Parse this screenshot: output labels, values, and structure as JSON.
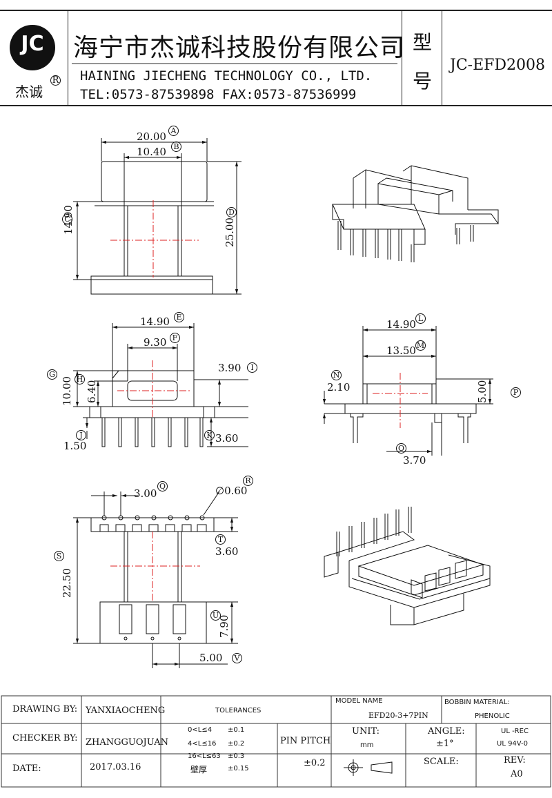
{
  "header": {
    "logo_text": "JC",
    "logo_cn": "杰诚",
    "logo_mark": "R",
    "company_cn": "海宁市杰诚科技股份有限公司",
    "company_en": "HAINING JIECHENG TECHNOLOGY CO., LTD.",
    "contact": "TEL:0573-87539898  FAX:0573-87536999",
    "type_label_1": "型",
    "type_label_2": "号",
    "model_no": "JC-EFD2008"
  },
  "dims": {
    "A": {
      "value": "20.00",
      "tag": "A"
    },
    "B": {
      "value": "10.40",
      "tag": "B"
    },
    "C": {
      "value": "14.90",
      "tag": "C"
    },
    "D": {
      "value": "25.00",
      "tag": "D"
    },
    "E": {
      "value": "14.90",
      "tag": "E"
    },
    "F": {
      "value": "9.30",
      "tag": "F"
    },
    "G": {
      "value": "10.00",
      "tag": "G"
    },
    "H": {
      "value": "6.40",
      "tag": "H"
    },
    "I": {
      "value": "3.90",
      "tag": "I"
    },
    "J": {
      "value": "1.50",
      "tag": "J"
    },
    "K": {
      "value": "3.60",
      "tag": "K"
    },
    "L": {
      "value": "14.90",
      "tag": "L"
    },
    "M": {
      "value": "13.50",
      "tag": "M"
    },
    "N": {
      "value": "2.10",
      "tag": "N"
    },
    "O": {
      "value": "3.70",
      "tag": "O"
    },
    "P": {
      "value": "5.00",
      "tag": "P"
    },
    "Q": {
      "value": "3.00",
      "tag": "Q"
    },
    "R": {
      "value": "∅0.60",
      "tag": "R"
    },
    "S": {
      "value": "22.50",
      "tag": "S"
    },
    "T": {
      "value": "3.60",
      "tag": "T"
    },
    "U": {
      "value": "7.90",
      "tag": "U"
    },
    "V": {
      "value": "5.00",
      "tag": "V"
    }
  },
  "titleblock": {
    "drawing_by_label": "DRAWING  BY:",
    "drawing_by": "YANXIAOCHENG",
    "checker_by_label": "CHECKER  BY:",
    "checker_by": "ZHANGGUOJUAN",
    "date_label": "DATE:",
    "date": "2017.03.16",
    "tolerances_label": "TOLERANCES",
    "tol_rows": [
      {
        "range": "0<L≤4",
        "tol": "±0.1"
      },
      {
        "range": "4<L≤16",
        "tol": "±0.2"
      },
      {
        "range": "16<L≤63",
        "tol": "±0.3"
      },
      {
        "range": "壁厚",
        "tol": "±0.15"
      }
    ],
    "pin_pitch_label": "PIN PITCH",
    "pin_pitch": "±0.2",
    "model_name_label": "MODEL NAME",
    "model_name": "EFD20-3+7PIN",
    "bobbin_material_label": "BOBBIN MATERIAL:",
    "bobbin_material": "PHENOLIC",
    "unit_label": "UNIT:",
    "unit": "mm",
    "angle_label": "ANGLE:",
    "angle": "±1°",
    "ul_rec": "UL -REC",
    "ul_94": "UL  94V-0",
    "scale_label": "SCALE:",
    "rev_label": "REV:",
    "rev": "A0"
  }
}
